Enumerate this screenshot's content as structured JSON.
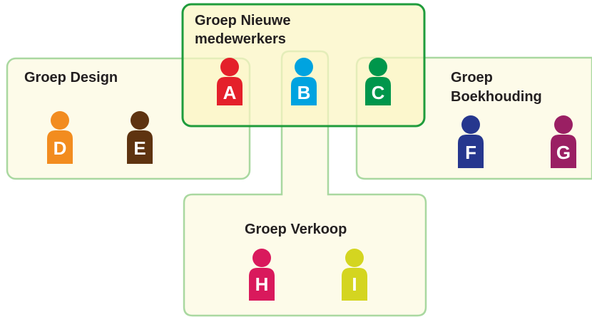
{
  "groups": {
    "nieuwe": {
      "label_line1": "Groep Nieuwe",
      "label_line2": "medewerkers",
      "fill": "#fbf5c2",
      "stroke": "#1f9c3c"
    },
    "design": {
      "label": "Groep Design",
      "fill": "#fdfbe9",
      "stroke": "#a9d8a0"
    },
    "boekhouding": {
      "label_line1": "Groep",
      "label_line2": "Boekhouding",
      "fill": "#fdfbe9",
      "stroke": "#a9d8a0"
    },
    "verkoop": {
      "label": "Groep Verkoop",
      "fill": "#fdfbe9",
      "stroke": "#a9d8a0"
    }
  },
  "people": [
    {
      "letter": "A",
      "color": "#e4202a"
    },
    {
      "letter": "B",
      "color": "#00a3e0"
    },
    {
      "letter": "C",
      "color": "#00964b"
    },
    {
      "letter": "D",
      "color": "#f28c1f"
    },
    {
      "letter": "E",
      "color": "#5e3310"
    },
    {
      "letter": "F",
      "color": "#26378e"
    },
    {
      "letter": "G",
      "color": "#9a1f63"
    },
    {
      "letter": "H",
      "color": "#d9195c"
    },
    {
      "letter": "I",
      "color": "#d4d520"
    }
  ]
}
